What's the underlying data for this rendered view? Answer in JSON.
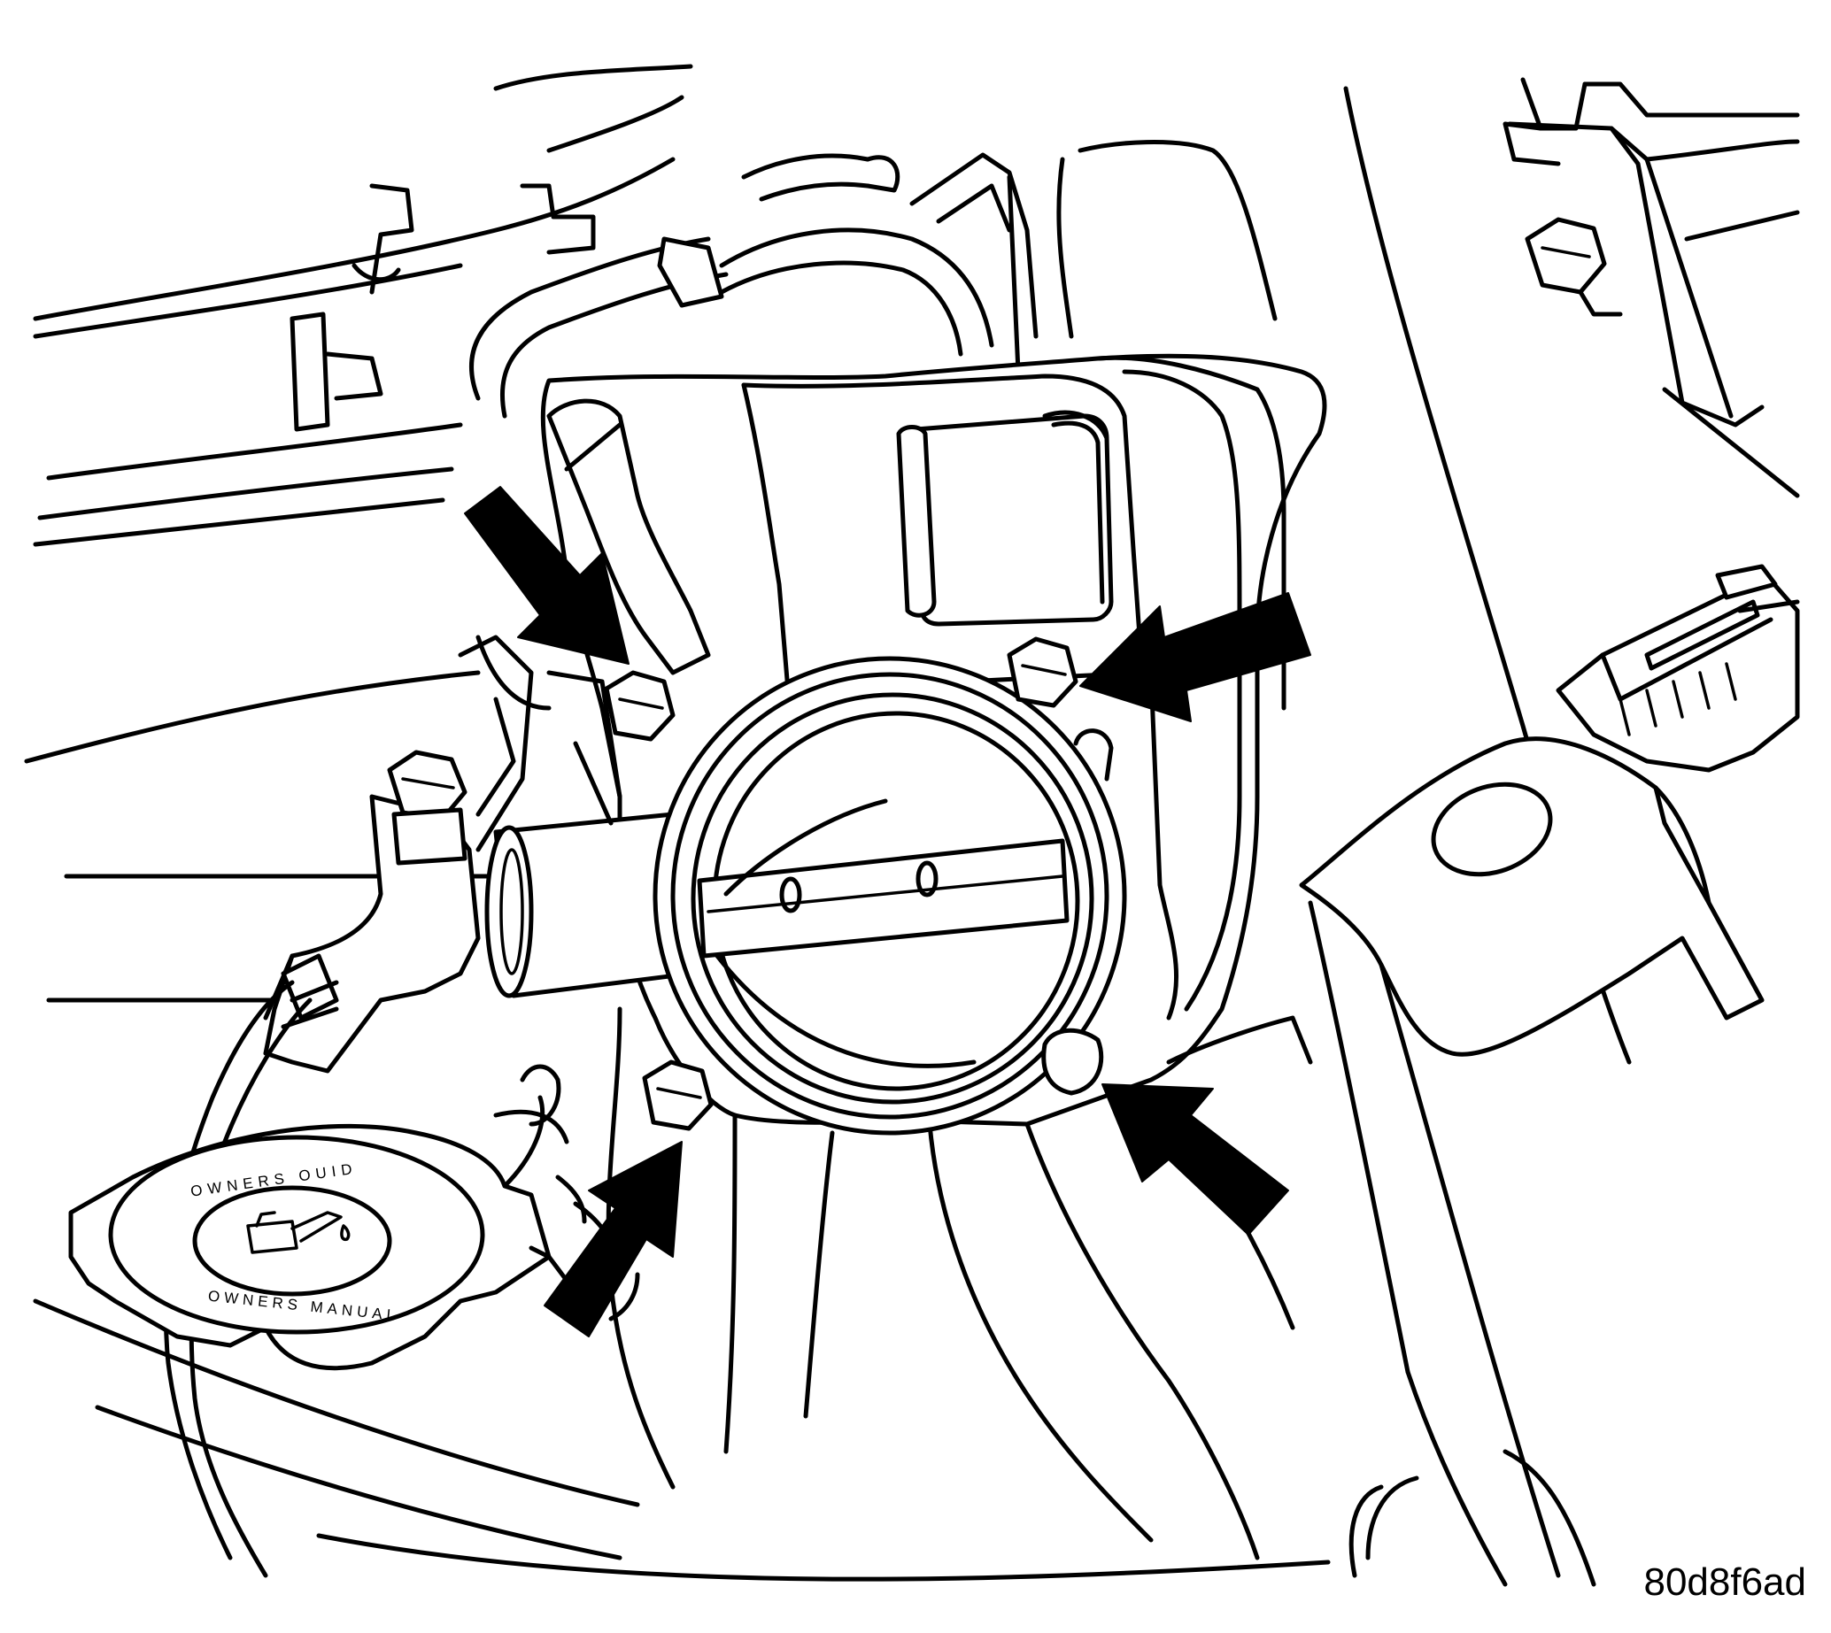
{
  "figure": {
    "reference_code": "80d8f6ad",
    "oil_cap": {
      "top_text": "OWNERS OUID",
      "bottom_text": "OWNERS MANUAL"
    },
    "callout_arrows": [
      {
        "id": "upper-left-bolt"
      },
      {
        "id": "upper-right-bolt"
      },
      {
        "id": "lower-left-bolt"
      },
      {
        "id": "lower-right-bolt"
      }
    ]
  }
}
